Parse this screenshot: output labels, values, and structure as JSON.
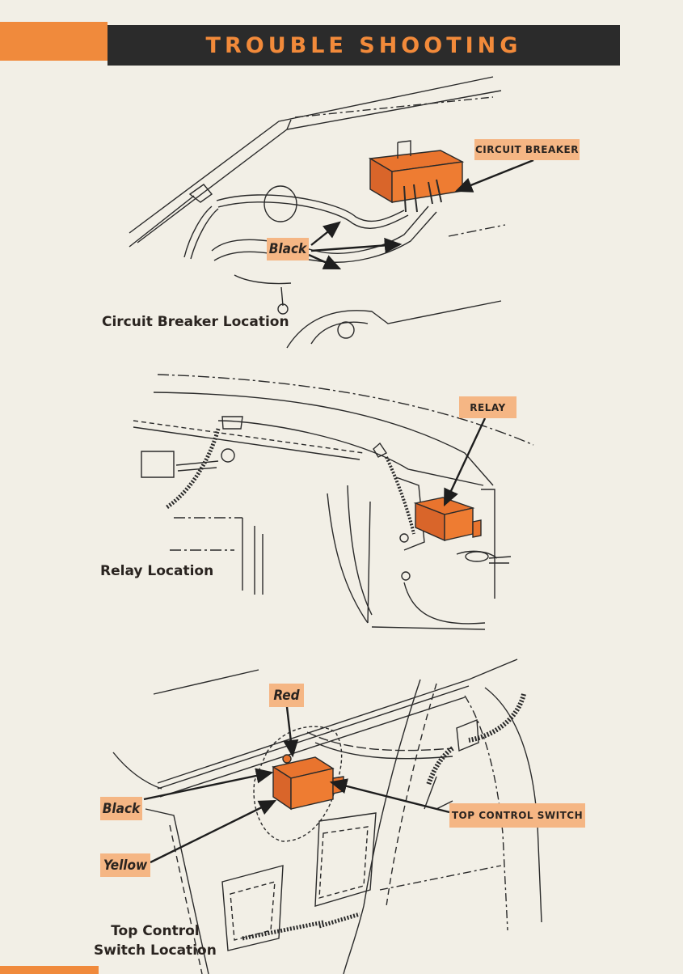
{
  "header": {
    "title": "TROUBLE SHOOTING"
  },
  "colors": {
    "accent": "#f08a3c",
    "header_bg": "#2b2b2b",
    "label_bg": "#f5b684",
    "component": "#e9742e"
  },
  "figure_circuit_breaker": {
    "caption": "Circuit Breaker Location",
    "labels": {
      "circuit_breaker": "CIRCUIT BREAKER",
      "black": "Black"
    }
  },
  "figure_relay": {
    "caption": "Relay Location",
    "labels": {
      "relay": "RELAY"
    }
  },
  "figure_top_switch": {
    "caption_line1": "Top Control",
    "caption_line2": "Switch Location",
    "labels": {
      "red": "Red",
      "black": "Black",
      "yellow": "Yellow",
      "top_control_switch": "TOP CONTROL SWITCH"
    }
  }
}
